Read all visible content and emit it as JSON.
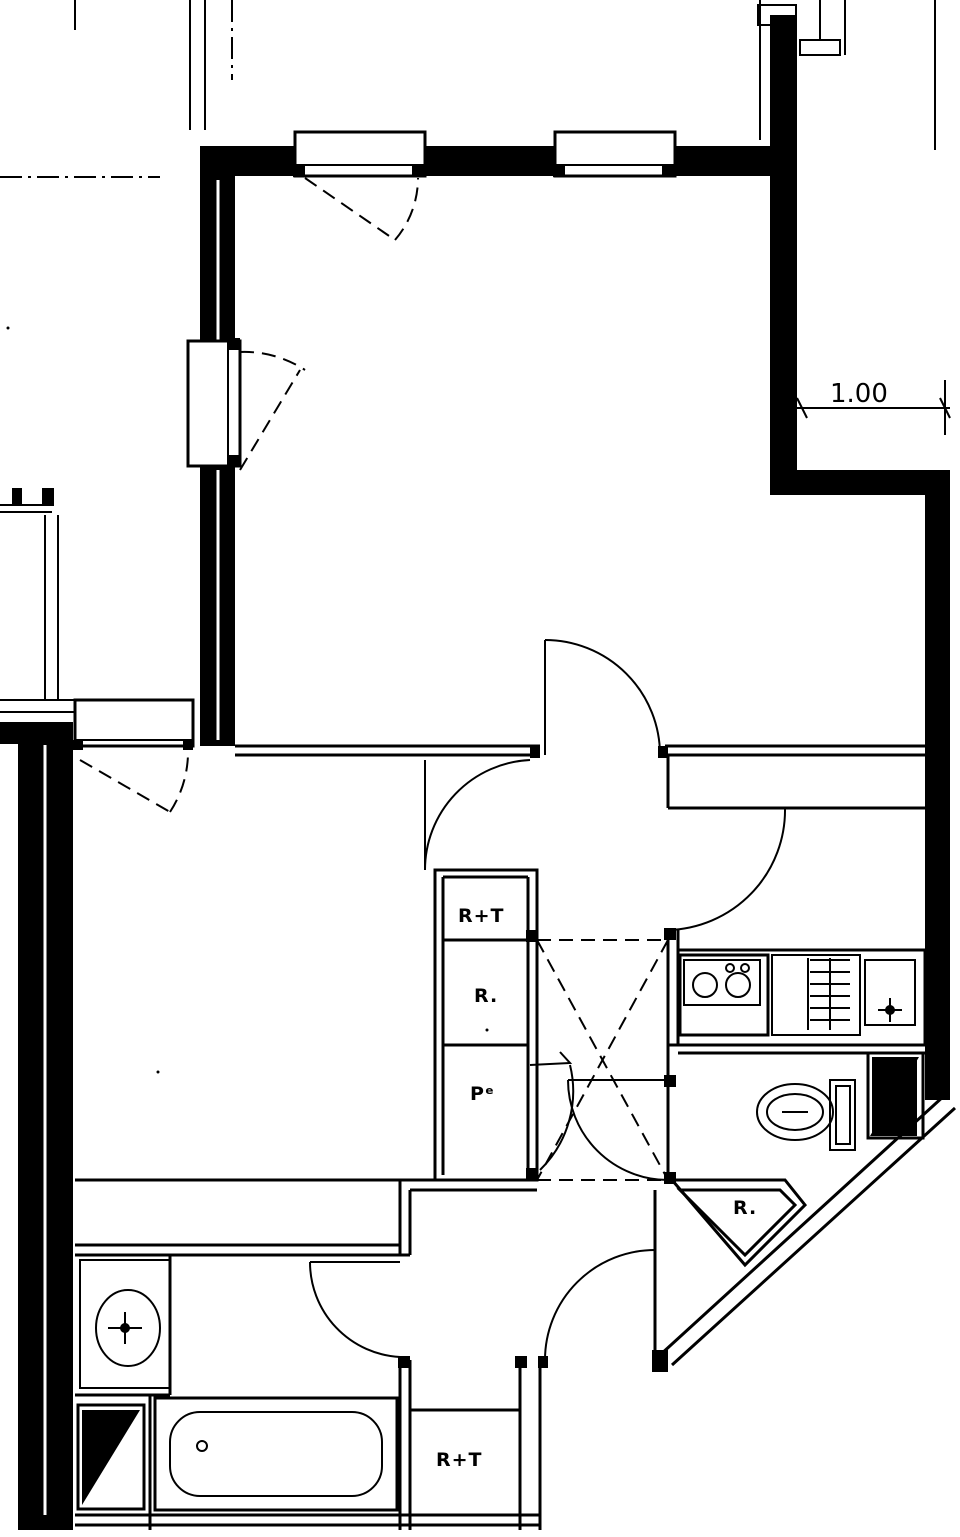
{
  "plan": {
    "dimension": "1.00",
    "labels": {
      "rt_upper": "R+T",
      "r_upper": "R.",
      "placard": "Pᵉ",
      "r_lower": "R.",
      "rt_lower": "R+T"
    }
  },
  "colors": {
    "ink": "#000000",
    "paper": "#ffffff"
  },
  "icons": [
    "cooktop-icon",
    "sink-icon",
    "toilet-icon",
    "washbasin-icon",
    "bathtub-icon",
    "duct-icon"
  ]
}
